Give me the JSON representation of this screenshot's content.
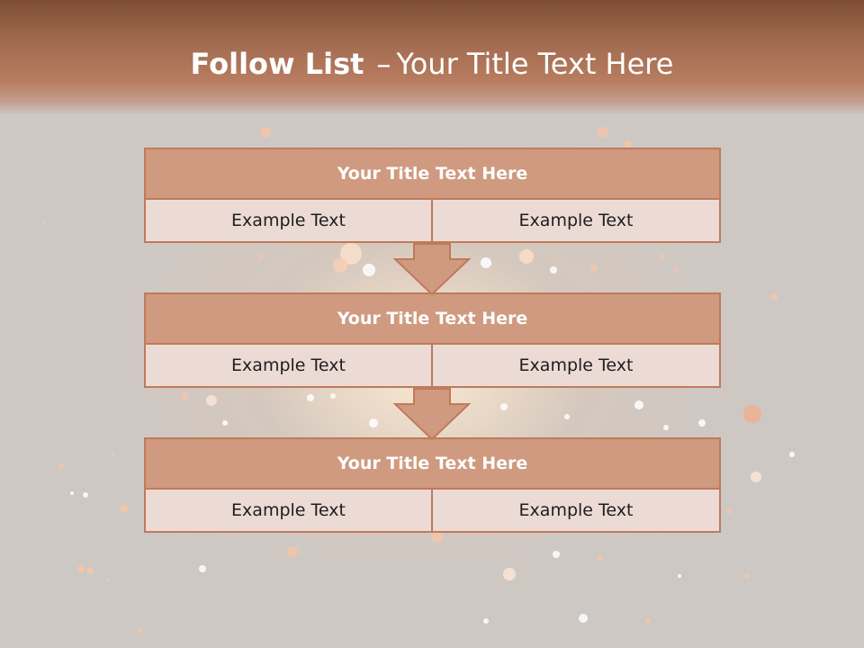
{
  "slide": {
    "title_bold": "Follow List",
    "title_dash": "–",
    "title_rest": "Your Title Text Here"
  },
  "steps": [
    {
      "heading": "Your Title Text Here",
      "left_text": "Example Text",
      "right_text": "Example Text"
    },
    {
      "heading": "Your Title Text Here",
      "left_text": "Example Text",
      "right_text": "Example Text"
    },
    {
      "heading": "Your Title Text Here",
      "left_text": "Example Text",
      "right_text": "Example Text"
    }
  ],
  "colors": {
    "header_dark": "#7e4e34",
    "accent": "#c07a5a",
    "heading_fill": "#cf9a7f",
    "cell_fill": "#ecdbd4",
    "background": "#cdc8c4"
  }
}
